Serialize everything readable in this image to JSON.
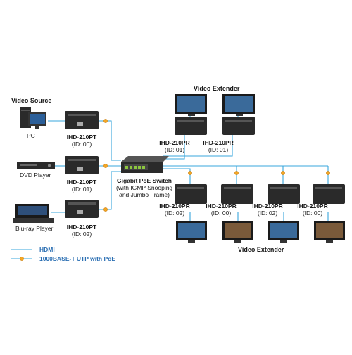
{
  "headers": {
    "source": "Video Source",
    "extender_top": "Video Extender",
    "extender_bottom": "Video Extender"
  },
  "sources": [
    {
      "label": "PC"
    },
    {
      "label": "DVD Player"
    },
    {
      "label": "Blu-ray Player"
    }
  ],
  "transmitters": [
    {
      "model": "IHD-210PT",
      "id": "(ID: 00)"
    },
    {
      "model": "IHD-210PT",
      "id": "(ID: 01)"
    },
    {
      "model": "IHD-210PT",
      "id": "(ID: 02)"
    }
  ],
  "switch": {
    "line1": "Gigabit PoE Switch",
    "line2": "(with IGMP Snooping",
    "line3": "and Jumbo Frame)"
  },
  "receivers_top": [
    {
      "model": "IHD-210PR",
      "id": "(ID: 01)"
    },
    {
      "model": "IHD-210PR",
      "id": "(ID: 01)"
    }
  ],
  "receivers_bottom": [
    {
      "model": "IHD-210PR",
      "id": "(ID: 02)"
    },
    {
      "model": "IHD-210PR",
      "id": "(ID: 00)"
    },
    {
      "model": "IHD-210PR",
      "id": "(ID: 02)"
    },
    {
      "model": "IHD-210PR",
      "id": "(ID: 00)"
    }
  ],
  "legend": {
    "hdmi": "HDMI",
    "utp": "1000BASE-T UTP with PoE"
  },
  "colors": {
    "line": "#38a7dc",
    "dot": "#f5a623",
    "device": "#2a2a2a",
    "screen": "#1f3f66"
  }
}
